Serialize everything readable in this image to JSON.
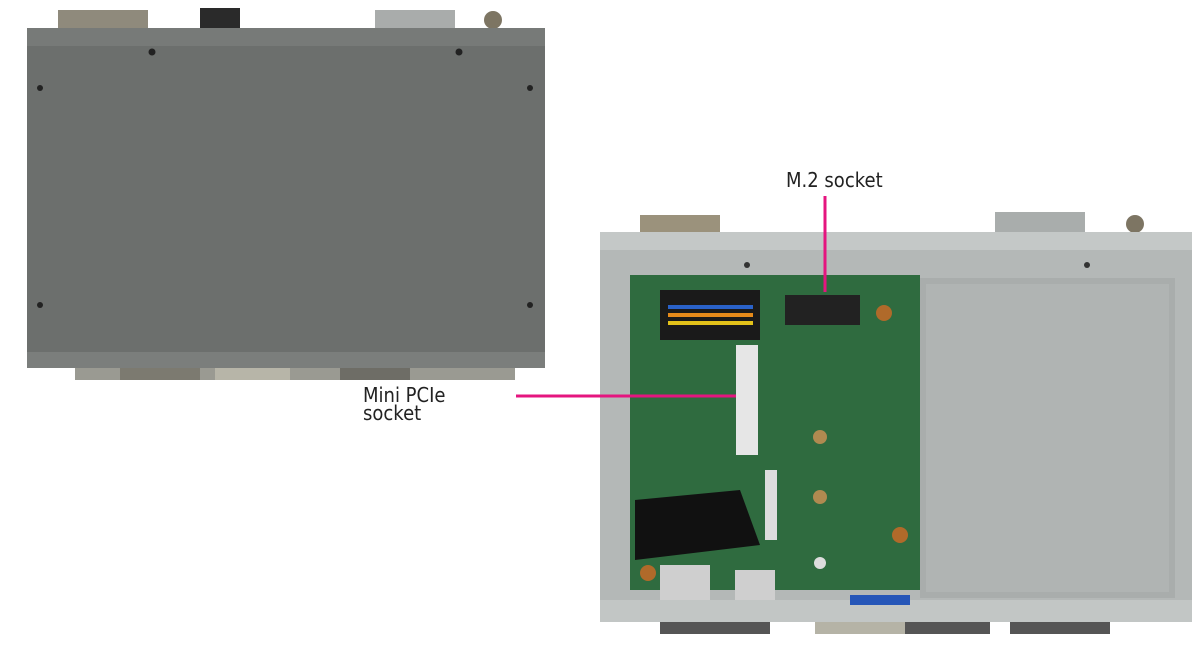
{
  "callouts": [
    {
      "label": "M.2 socket"
    },
    {
      "label_line1": "Mini PCIe",
      "label_line2": "socket"
    }
  ],
  "colors": {
    "leader_line": "#e5157f",
    "chassis_cover": "#6c6f6d",
    "chassis_frame": "#b4b8b7",
    "pcb": "#2f6b3f"
  },
  "images": [
    {
      "name": "closed-chassis-top-view"
    },
    {
      "name": "open-chassis-top-view"
    }
  ]
}
